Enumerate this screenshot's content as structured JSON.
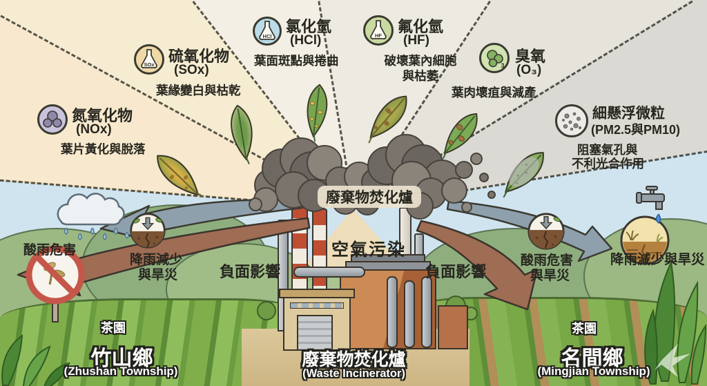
{
  "pollutants": [
    {
      "name": "氮氧化物",
      "formula": "(NOx)",
      "effect_line1": "葉片黃化與脫落",
      "effect_line2": "",
      "icon": "nox-molecule-icon"
    },
    {
      "name": "硫氧化物",
      "formula": "(SOx)",
      "flask_label": "SOx",
      "effect_line1": "葉緣變白與枯乾",
      "effect_line2": "",
      "icon": "sox-flask-icon"
    },
    {
      "name": "氯化氫",
      "formula": "(HCl)",
      "flask_label": "HCl",
      "effect_line1": "葉面斑點與捲曲",
      "effect_line2": "",
      "icon": "hcl-flask-icon"
    },
    {
      "name": "氟化氫",
      "formula": "(HF)",
      "flask_label": "HF",
      "effect_line1": "破壞葉內細胞",
      "effect_line2": "與枯萎",
      "icon": "hf-flask-icon"
    },
    {
      "name": "臭氧",
      "formula": "(O₃)",
      "molecule_sub": "3",
      "effect_line1": "葉肉壞疽與減產",
      "effect_line2": "",
      "icon": "o3-molecule-icon"
    },
    {
      "name": "細懸浮微粒",
      "formula": "(PM2.5與PM10)",
      "effect_line1": "阻塞氣孔與",
      "effect_line2": "不利光合作用",
      "icon": "pm-particles-icon"
    }
  ],
  "center_labels": {
    "incinerator": "廢棄物焚化爐",
    "air_pollution": "空氣污染"
  },
  "impacts": {
    "left": {
      "acid_rain": "酸雨危害",
      "drought_line1": "降雨減少",
      "drought_line2": "與旱災",
      "negative": "負面影響"
    },
    "right": {
      "negative": "負面影響",
      "acid_line1": "酸雨危害",
      "acid_line2": "與旱災",
      "drought": "降雨減少與旱災"
    }
  },
  "regions": {
    "left": {
      "label": "茶園",
      "name": "竹山鄉",
      "name_en": "(Zhushan Township)"
    },
    "center": {
      "name": "廢棄物焚化爐",
      "name_en": "(Waste Incinerator)"
    },
    "right": {
      "label": "茶園",
      "name": "名間鄉",
      "name_en": "(Mingjian Township)"
    }
  },
  "colors": {
    "sector_nox": "#f8e9ce",
    "sector_sox": "#f6ecd2",
    "sector_hcl": "#f3efe4",
    "sector_hf": "#edeae1",
    "sector_o3": "#e6e3da",
    "sector_pm": "#dbd9d3",
    "sky": "#cfe4ef",
    "arrow_gray": "#8fa0ad",
    "arrow_brown": "#9f6c54",
    "smoke": "#7a746c",
    "chimney_stripe": "#bf4f33",
    "icon_nox_bg": "#c9c3dc",
    "icon_sox_bg": "#eed8a6",
    "icon_hcl_bg": "#badbe7",
    "icon_hf_bg": "#c8daa0",
    "icon_o3_bg": "#d2e2b2",
    "icon_pm_bg": "#edebe7"
  }
}
